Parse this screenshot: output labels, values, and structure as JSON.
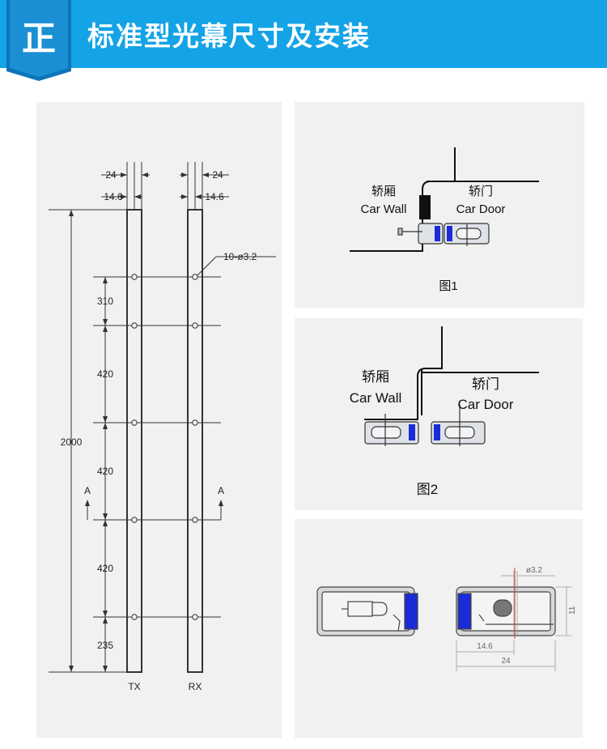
{
  "header": {
    "badge_char": "正",
    "title": "标准型光幕尺寸及安装",
    "color": "#13a3e6"
  },
  "left_drawing": {
    "top_dim_outer": "24",
    "top_dim_inner": "14.6",
    "hole_label": "10-ø3.2",
    "total_height": "2000",
    "segments": [
      "310",
      "420",
      "420",
      "420",
      "235"
    ],
    "section_mark": "A",
    "bar_labels": [
      "TX",
      "RX"
    ]
  },
  "fig1": {
    "car_wall_cn": "轿厢",
    "car_wall_en": "Car Wall",
    "car_door_cn": "轿门",
    "car_door_en": "Car Door",
    "caption": "图1"
  },
  "fig2": {
    "car_wall_cn": "轿厢",
    "car_wall_en": "Car Wall",
    "car_door_cn": "轿门",
    "car_door_en": "Car Door",
    "caption": "图2"
  },
  "section": {
    "hole": "ø3.2",
    "height": "11",
    "inner_width": "14.6",
    "outer_width": "24"
  }
}
